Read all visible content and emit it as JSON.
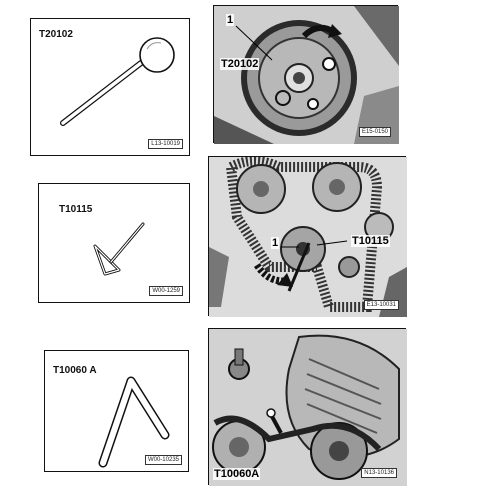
{
  "rows": [
    {
      "tool_label": "T20102",
      "tool_figure_ref": "L13-10019",
      "photo_callout_number": "1",
      "photo_callout_label": "T20102",
      "photo_figure_ref": "E15-0150"
    },
    {
      "tool_label": "T10115",
      "tool_figure_ref": "W00-1259",
      "photo_callout_number": "1",
      "photo_callout_label": "T10115",
      "photo_figure_ref": "E13-10031"
    },
    {
      "tool_label": "T10060 A",
      "tool_figure_ref": "W00-10235",
      "photo_callout_label": "T10060A",
      "photo_figure_ref": "N13-10136"
    }
  ]
}
